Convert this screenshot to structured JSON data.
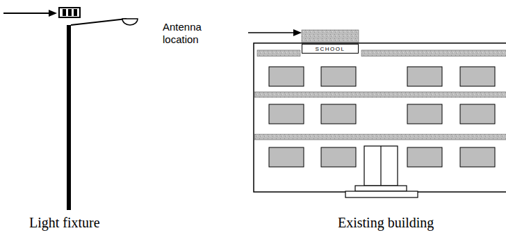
{
  "diagram": {
    "nodes": [
      {
        "text": [
          "SCHOOL"
        ]
      }
    ],
    "labels": [
      "Antenna location",
      "Light fixture",
      "Existing building"
    ]
  }
}
